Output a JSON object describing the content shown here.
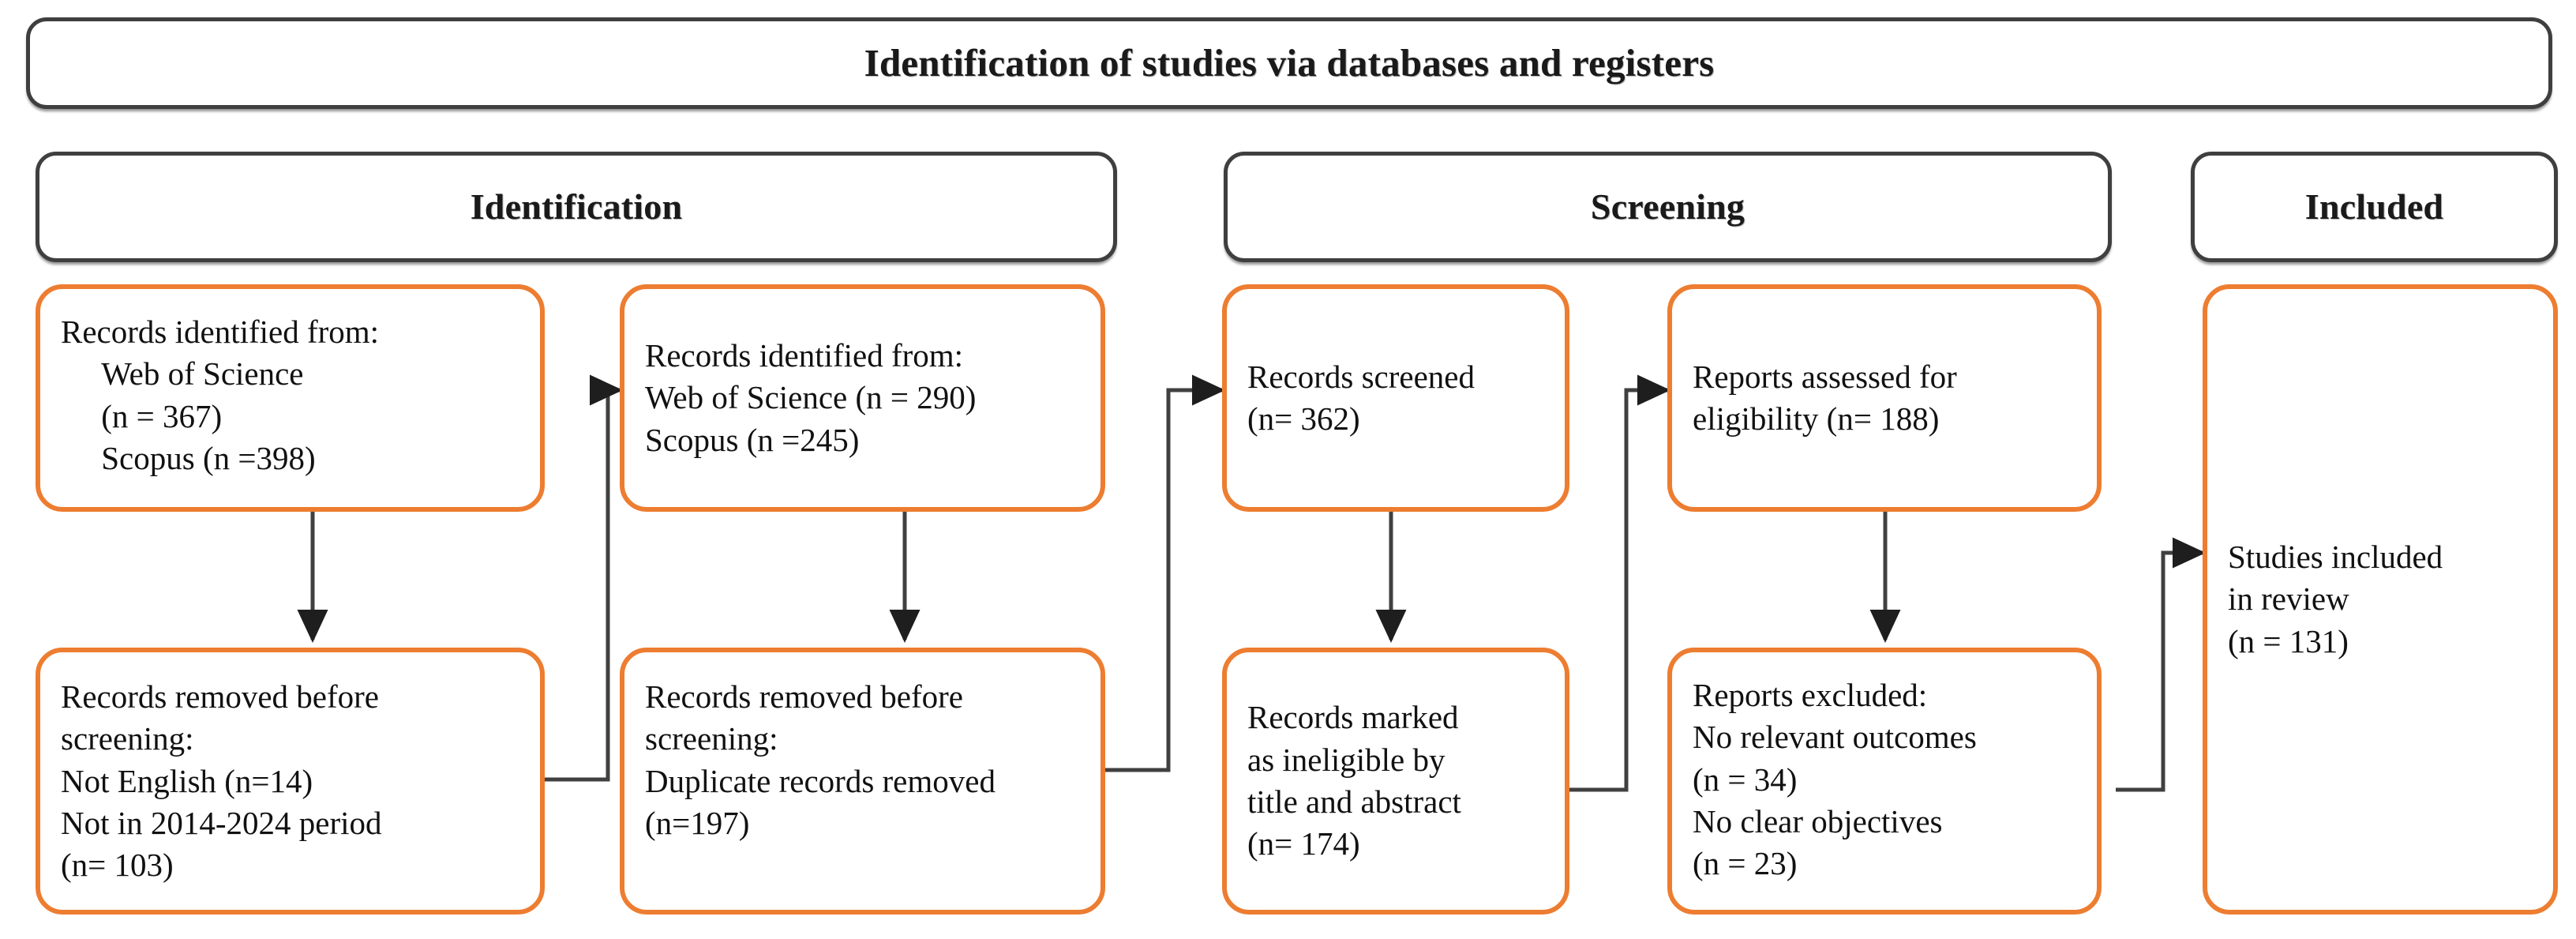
{
  "diagram": {
    "title": "Identification of studies via databases and registers",
    "accent_color": "#ED7D31",
    "header_border_color": "#3F3F3F",
    "connector_color": "#404040",
    "stages": [
      {
        "key": "identification",
        "label": "Identification"
      },
      {
        "key": "screening",
        "label": "Screening"
      },
      {
        "key": "included",
        "label": "Included"
      }
    ],
    "nodes": {
      "records_identified_1": "Records identified from:\n     Web of Science\n     (n = 367)\n     Scopus (n =398)",
      "records_removed_1": "Records removed before\nscreening:\nNot English (n=14)\nNot in 2014-2024 period\n(n= 103)",
      "records_identified_2": "Records identified from:\nWeb of Science (n = 290)\nScopus (n =245)",
      "records_removed_2": "Records removed before\nscreening:\nDuplicate records removed\n(n=197)",
      "records_screened": "Records screened\n(n= 362)",
      "records_ineligible": "Records marked\nas ineligible by\ntitle and abstract\n(n= 174)",
      "reports_assessed": "Reports assessed for\neligibility (n= 188)",
      "reports_excluded": "Reports excluded:\nNo relevant outcomes\n(n = 34)\nNo clear objectives\n(n = 23)",
      "studies_included": "Studies included\nin review\n(n = 131)"
    },
    "chart_data": {
      "type": "flowchart",
      "title": "Identification of studies via databases and registers",
      "counts": {
        "web_of_science_identified": 367,
        "scopus_identified": 398,
        "not_english_removed": 14,
        "not_in_period_removed": 103,
        "web_of_science_after": 290,
        "scopus_after": 245,
        "duplicate_records_removed": 197,
        "records_screened": 362,
        "records_marked_ineligible": 174,
        "reports_assessed_for_eligibility": 188,
        "excluded_no_relevant_outcomes": 34,
        "excluded_no_clear_objectives": 23,
        "studies_included_in_review": 131
      },
      "period": "2014-2024",
      "databases": [
        "Web of Science",
        "Scopus"
      ]
    }
  }
}
